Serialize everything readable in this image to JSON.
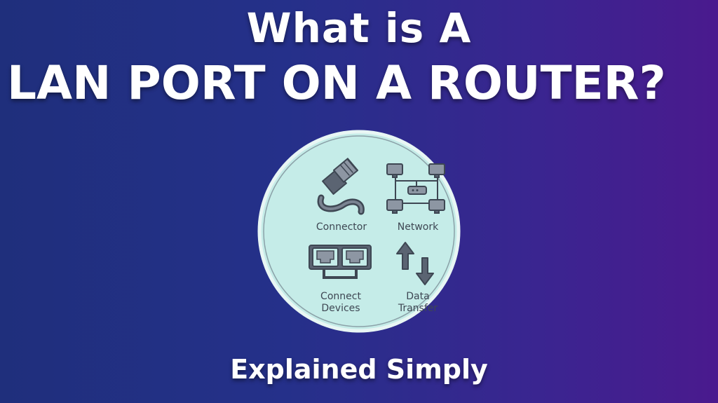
{
  "title": {
    "line1": "What is A",
    "line2": "LAN PORT ON A ROUTER?"
  },
  "subtitle": "Explained Simply",
  "diagram": {
    "connector_label": "Connector",
    "network_label": "Network",
    "connect_devices_line1": "Connect",
    "connect_devices_line2": "Devices",
    "data_transfer_line1": "Data",
    "data_transfer_line2": "Transfer"
  },
  "colors": {
    "circle_fill": "#c5ece8",
    "circle_border": "#e8f6f4",
    "icon_fill": "#5b6472",
    "icon_stroke": "#3e4753"
  },
  "icons": [
    "ethernet-cable-icon",
    "network-topology-icon",
    "dual-lan-port-icon",
    "data-transfer-arrows-icon"
  ]
}
